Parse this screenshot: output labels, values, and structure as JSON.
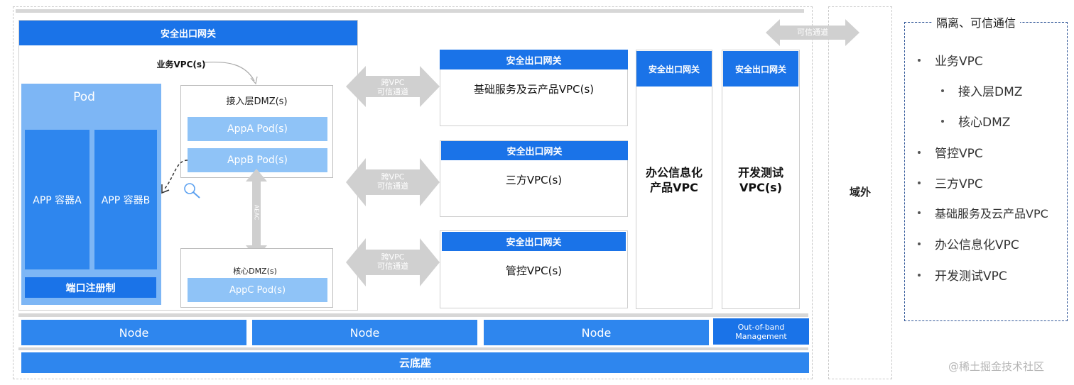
{
  "colors": {
    "primary_blue": "#1a73e8",
    "node_blue": "#2e86ee",
    "pod_light_blue": "#7db6f5",
    "app_pod_blue": "#8fc3f7",
    "arrow_gray": "#d0d0d0",
    "legend_border": "#2f5597"
  },
  "business_vpc": {
    "gateway": "安全出口网关",
    "label": "业务VPC(s)",
    "pod": {
      "title": "Pod",
      "container_a": "APP 容器A",
      "container_b": "APP 容器B",
      "port_register": "端口注册制"
    },
    "access_dmz": {
      "title": "接入层DMZ(s)",
      "app_a": "AppA Pod(s)",
      "app_b": "AppB Pod(s)"
    },
    "core_dmz": {
      "title": "核心DMZ(s)",
      "app_c": "AppC Pod(s)"
    },
    "aeac_label": "AEAC",
    "magnifier_icon": "magnifier-icon"
  },
  "cross_vpc_arrows": [
    {
      "line1": "跨VPC",
      "line2": "可信通道"
    },
    {
      "line1": "跨VPC",
      "line2": "可信通道"
    },
    {
      "line1": "跨VPC",
      "line2": "可信通道"
    }
  ],
  "vpcs": {
    "base_service": {
      "gateway": "安全出口网关",
      "label": "基础服务及云产品VPC(s)"
    },
    "third_party": {
      "gateway": "安全出口网关",
      "label": "三方VPC(s)"
    },
    "management": {
      "gateway": "安全出口网关",
      "label": "管控VPC(s)"
    },
    "office": {
      "gateway": "安全出口网关",
      "line1": "办公信息化",
      "line2": "产品VPC"
    },
    "devtest": {
      "gateway": "安全出口网关",
      "line1": "开发测试",
      "line2": "VPC(s)"
    }
  },
  "trusted_channel": "可信通道",
  "external_domain": "域外",
  "nodes": [
    "Node",
    "Node",
    "Node"
  ],
  "oob": {
    "line1": "Out-of-band",
    "line2": "Management"
  },
  "cloud_base": "云底座",
  "legend": {
    "title": "隔离、可信通信",
    "items": [
      {
        "label": "业务VPC",
        "level": 0
      },
      {
        "label": "接入层DMZ",
        "level": 1
      },
      {
        "label": "核心DMZ",
        "level": 1
      },
      {
        "label": "管控VPC",
        "level": 0
      },
      {
        "label": "三方VPC",
        "level": 0
      },
      {
        "label": "基础服务及云产品VPC",
        "level": 0
      },
      {
        "label": "办公信息化VPC",
        "level": 0
      },
      {
        "label": "开发测试VPC",
        "level": 0
      }
    ]
  },
  "watermark": "@稀土掘金技术社区"
}
